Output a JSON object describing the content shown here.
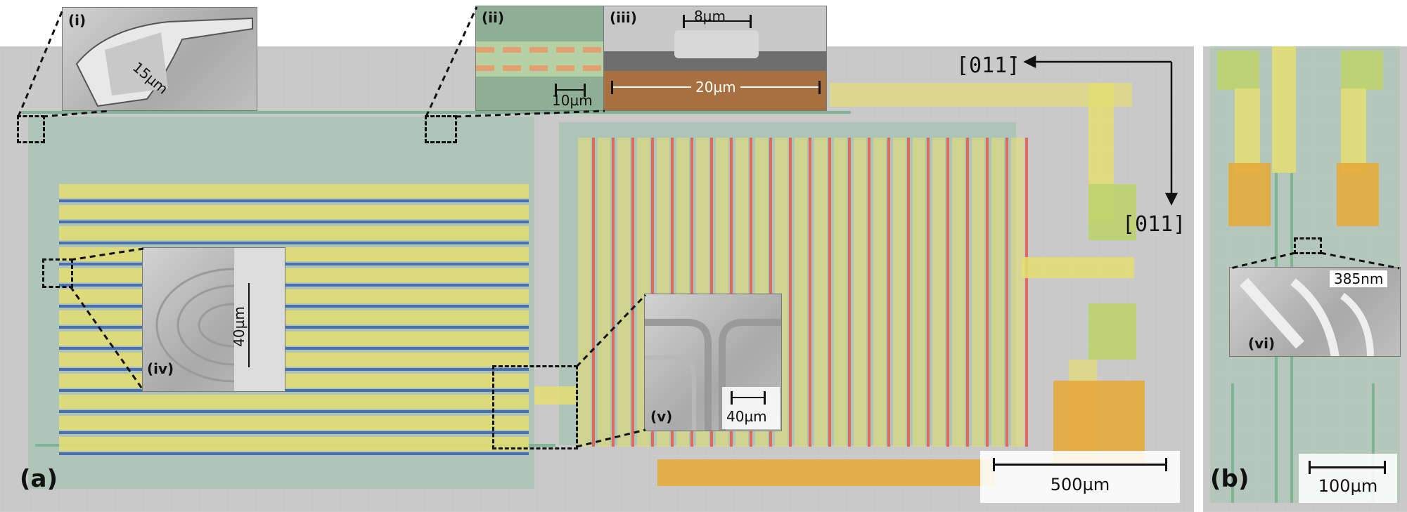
{
  "panels": {
    "a_label": "(a)",
    "b_label": "(b)"
  },
  "scale_bars": {
    "a": "500µm",
    "b": "100µm"
  },
  "insets": {
    "i": {
      "label": "(i)",
      "text": "15µm"
    },
    "ii": {
      "label": "(ii)",
      "text": "10µm"
    },
    "iii": {
      "label": "(iii)",
      "text_top": "8µm",
      "text_bottom": "20µm"
    },
    "iv": {
      "label": "(iv)",
      "text": "40µm"
    },
    "v": {
      "label": "(v)",
      "text": "40µm"
    },
    "vi": {
      "label": "(vi)",
      "text": "385nm"
    }
  },
  "axes": {
    "horizontal": "[011̄]",
    "vertical": "[011]"
  },
  "colors": {
    "substrate": "#c9c9c9",
    "waveguide_green": "#87bea0",
    "electrode_yellow": "#e4de70",
    "pad_orange": "#e6aa3c",
    "wire_blue": "#4a6fae",
    "wire_red": "#e06a5a"
  }
}
